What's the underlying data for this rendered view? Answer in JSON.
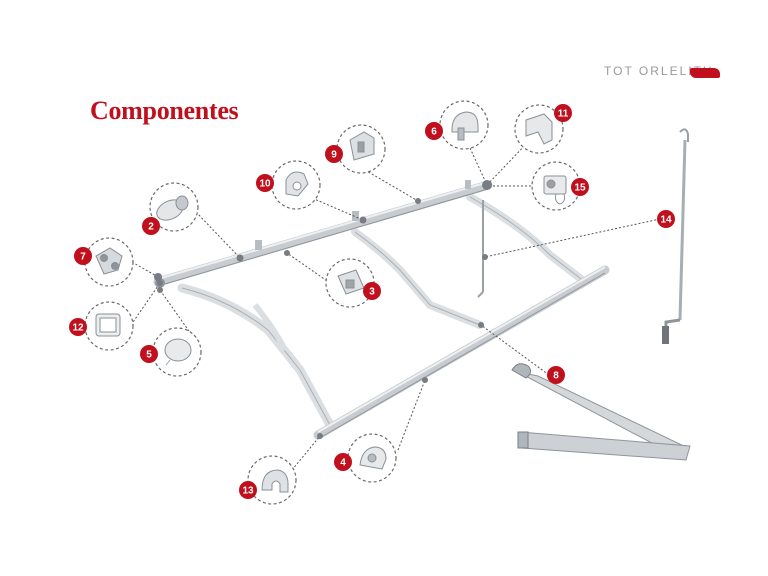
{
  "title": "Componentes",
  "brand_text": "TOT ORLELITH",
  "colors": {
    "accent": "#c0101e",
    "frame": "#c8ccd0",
    "frame_edge": "#8e959b",
    "leader": "#555555"
  },
  "components": [
    {
      "number": "2",
      "part": "tube-profile"
    },
    {
      "number": "3",
      "part": "square-profile"
    },
    {
      "number": "4",
      "part": "end-cap"
    },
    {
      "number": "5",
      "part": "round-cap"
    },
    {
      "number": "6",
      "part": "wall-support"
    },
    {
      "number": "7",
      "part": "articulated-joint"
    },
    {
      "number": "8",
      "part": "folding-arm"
    },
    {
      "number": "9",
      "part": "bracket"
    },
    {
      "number": "10",
      "part": "clamp"
    },
    {
      "number": "11",
      "part": "elbow-support"
    },
    {
      "number": "12",
      "part": "square-cap"
    },
    {
      "number": "13",
      "part": "front-profile-cap"
    },
    {
      "number": "14",
      "part": "crank-handle"
    },
    {
      "number": "15",
      "part": "gear-box"
    }
  ]
}
